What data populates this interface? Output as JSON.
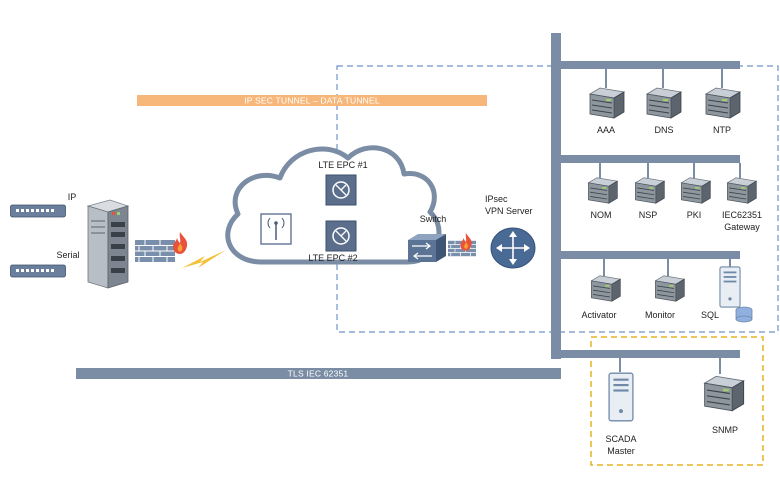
{
  "tunnels": {
    "ipsec": "IP SEC TUNNEL – DATA TUNNEL",
    "tls": "TLS IEC 62351"
  },
  "gateway": {
    "ip_label": "IP",
    "serial_label": "Serial"
  },
  "cloud": {
    "epc1": "LTE EPC #1",
    "epc2": "LTE EPC #2"
  },
  "switch_label": "Switch",
  "vpn": {
    "line1": "IPsec",
    "line2": "VPN Server"
  },
  "servers": {
    "row1": [
      "AAA",
      "DNS",
      "NTP"
    ],
    "row2": [
      "NOM",
      "NSP",
      "PKI"
    ],
    "row2_iec": [
      "IEC62351",
      "Gateway"
    ],
    "row3": [
      "Activator",
      "Monitor",
      "SQL"
    ],
    "scada": [
      "SCADA",
      "Master"
    ],
    "snmp": "SNMP"
  },
  "colors": {
    "bar": "#7a8da4",
    "ipsec_bar": "#f7b77a",
    "dashed_blue": "#6f94cc",
    "dashed_yellow": "#e6b422",
    "firewall_brick": "#7a8fab",
    "flame": "#e8523a",
    "lightning": "#f3c13a",
    "router": "#4a6a96"
  }
}
